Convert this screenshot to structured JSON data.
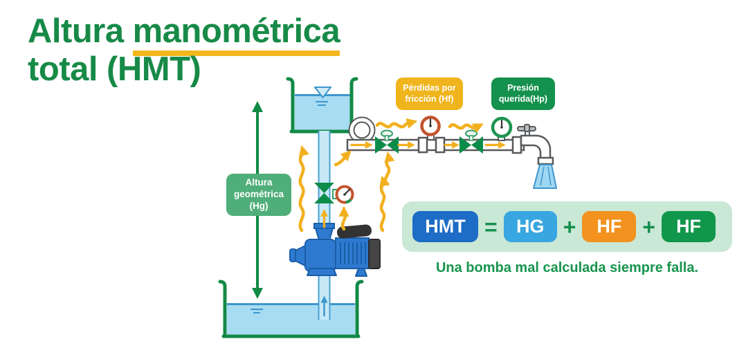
{
  "title": {
    "word1": "Altura",
    "word2_underlined": "manométrica",
    "line2": "total (HMT)"
  },
  "labels": {
    "altura_geometrica": {
      "line1": "Altura",
      "line2": "geométrica",
      "line3": "(Hg)"
    },
    "perdidas_friccion": {
      "line1": "Pérdidas por",
      "line2": "fricción (Hf)"
    },
    "presion_querida": {
      "line1": "Presión",
      "line2": "querida(Hp)"
    }
  },
  "formula": {
    "hmt": "HMT",
    "equals": "=",
    "hg": "HG",
    "plus_1": "+",
    "hf_1": "HF",
    "plus_2": "+",
    "hf_2": "HF"
  },
  "tagline": "Una bomba mal calculada siempre falla.",
  "colors": {
    "title_green": "#178a47",
    "underline_yellow": "#f2b71d",
    "hg_label_bg": "#4fae79",
    "hf_label_bg": "#f0b41c",
    "hp_label_bg": "#14914d",
    "formula_panel_bg": "#c9e8d6",
    "hmt_box": "#1d6cc5",
    "hg_box": "#38a6e0",
    "hf_box_orange": "#f3921f",
    "hf_box_green": "#11974b",
    "operator_green": "#168f4e",
    "flow_arrow_yellow": "#f2b01e",
    "tank_outline_green": "#118a47",
    "water_blue": "#a8dcf2",
    "water_line_blue": "#3d96cc",
    "pipe_outline_gray": "#58595b",
    "valve_green": "#0c8c49",
    "gauge_ring_red": "#c2552d",
    "gauge_ring_green": "#1d9550",
    "pump_blue": "#2e7ad0"
  }
}
